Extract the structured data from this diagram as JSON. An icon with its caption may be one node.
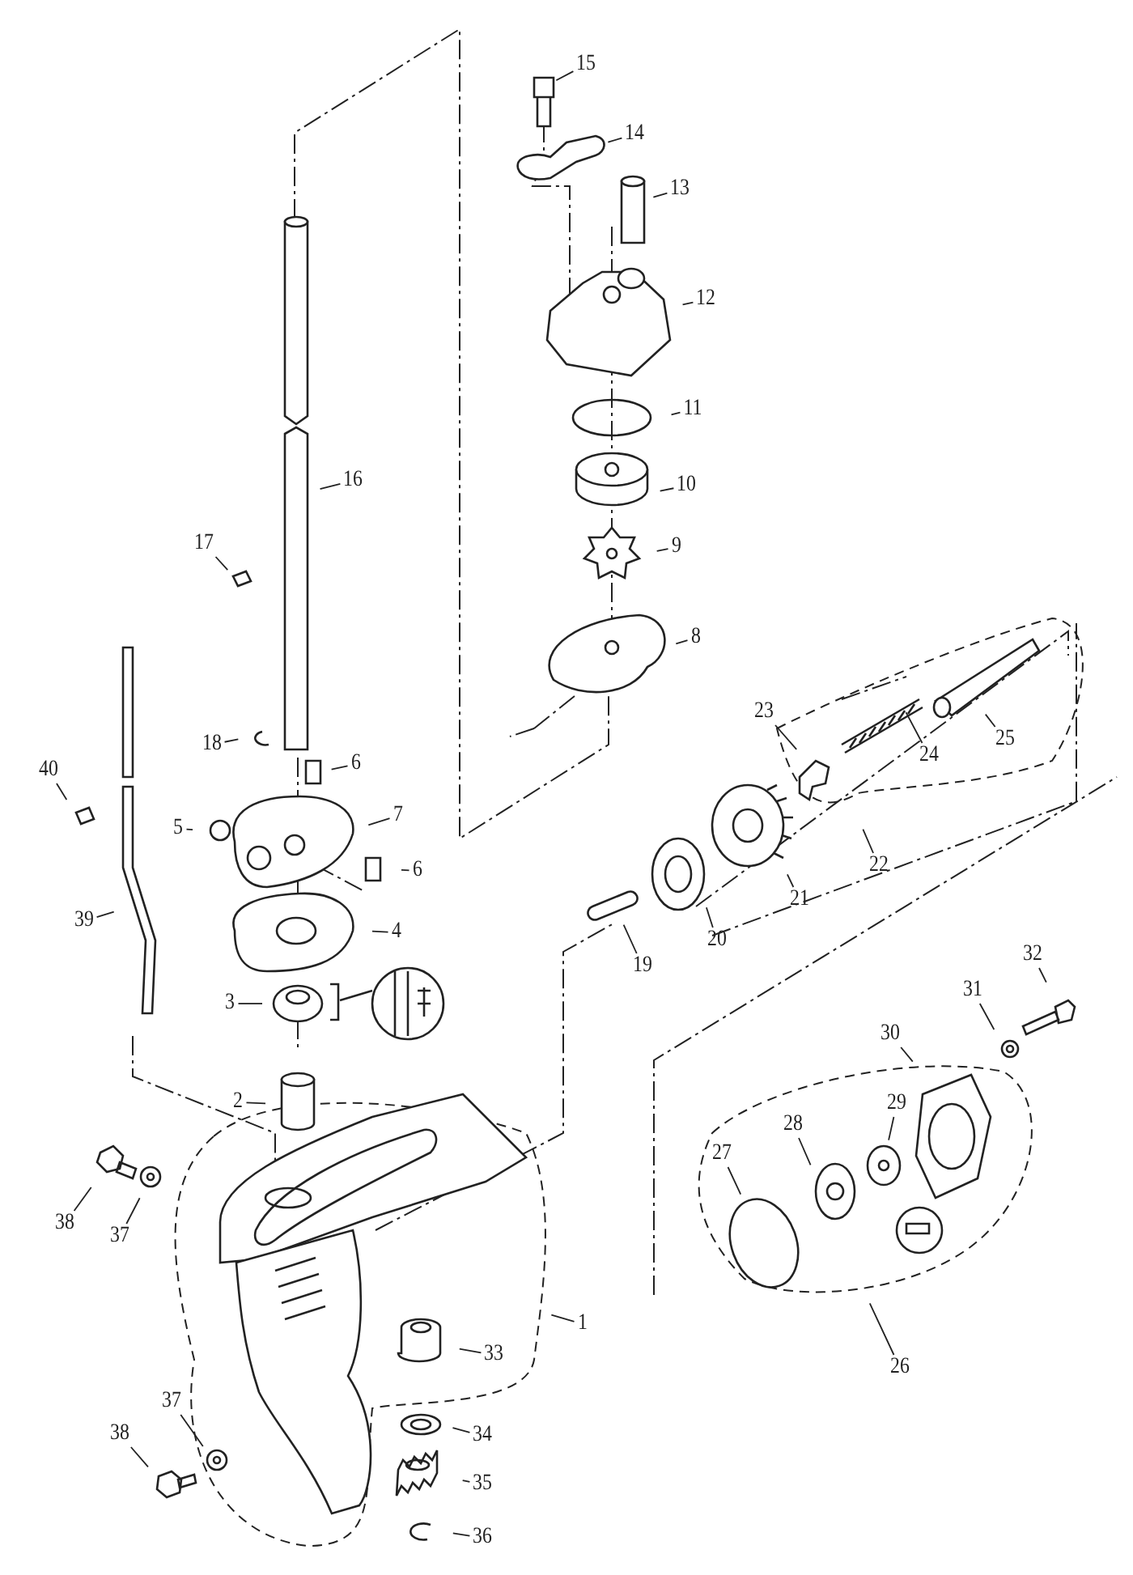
{
  "diagram": {
    "nodes": [
      {
        "text": [
          "15"
        ]
      },
      {
        "text": [
          "14"
        ]
      },
      {
        "text": [
          "13"
        ]
      },
      {
        "text": [
          "12"
        ]
      },
      {
        "text": [
          "11"
        ]
      },
      {
        "text": [
          "10"
        ]
      },
      {
        "text": [
          "16"
        ]
      },
      {
        "text": [
          "9"
        ]
      },
      {
        "text": [
          "17"
        ]
      },
      {
        "text": [
          "8"
        ]
      },
      {
        "text": [
          "18"
        ]
      },
      {
        "text": [
          "23"
        ]
      },
      {
        "text": [
          "6"
        ]
      },
      {
        "text": [
          "25"
        ]
      },
      {
        "text": [
          "24"
        ]
      },
      {
        "text": [
          "40"
        ]
      },
      {
        "text": [
          "7"
        ]
      },
      {
        "text": [
          "5"
        ]
      },
      {
        "text": [
          "22"
        ]
      },
      {
        "text": [
          "21"
        ]
      },
      {
        "text": [
          "6"
        ]
      },
      {
        "text": [
          "20"
        ]
      },
      {
        "text": [
          "4"
        ]
      },
      {
        "text": [
          "19"
        ]
      },
      {
        "text": [
          "39"
        ]
      },
      {
        "text": [
          "3"
        ]
      },
      {
        "text": [
          "32"
        ]
      },
      {
        "text": [
          "31"
        ]
      },
      {
        "text": [
          "30"
        ]
      },
      {
        "text": [
          "2"
        ]
      },
      {
        "text": [
          "29"
        ]
      },
      {
        "text": [
          "28"
        ]
      },
      {
        "text": [
          "27"
        ]
      },
      {
        "text": [
          "38"
        ]
      },
      {
        "text": [
          "37"
        ]
      },
      {
        "text": [
          "1"
        ]
      },
      {
        "text": [
          "33"
        ]
      },
      {
        "text": [
          "26"
        ]
      },
      {
        "text": [
          "37"
        ]
      },
      {
        "text": [
          "38"
        ]
      },
      {
        "text": [
          "34"
        ]
      },
      {
        "text": [
          "35"
        ]
      },
      {
        "text": [
          "36"
        ]
      }
    ],
    "edges": [
      {
        "from": 0,
        "to": null,
        "arrow": "none"
      },
      {
        "from": 1,
        "to": null,
        "arrow": "none"
      },
      {
        "from": 2,
        "to": null,
        "arrow": "none"
      },
      {
        "from": 3,
        "to": null,
        "arrow": "none"
      },
      {
        "from": 4,
        "to": null,
        "arrow": "none"
      },
      {
        "from": 5,
        "to": null,
        "arrow": "none"
      },
      {
        "from": 6,
        "to": null,
        "arrow": "none"
      },
      {
        "from": 7,
        "to": null,
        "arrow": "none"
      },
      {
        "from": 8,
        "to": null,
        "arrow": "none"
      },
      {
        "from": 9,
        "to": null,
        "arrow": "none"
      },
      {
        "from": 10,
        "to": null,
        "arrow": "none"
      },
      {
        "from": 11,
        "to": null,
        "arrow": "none"
      },
      {
        "from": 12,
        "to": null,
        "arrow": "none"
      },
      {
        "from": 13,
        "to": null,
        "arrow": "none"
      },
      {
        "from": 14,
        "to": null,
        "arrow": "none"
      },
      {
        "from": 15,
        "to": null,
        "arrow": "none"
      },
      {
        "from": 16,
        "to": null,
        "arrow": "none"
      },
      {
        "from": 17,
        "to": null,
        "arrow": "none"
      },
      {
        "from": 18,
        "to": null,
        "arrow": "none"
      },
      {
        "from": 19,
        "to": null,
        "arrow": "none"
      },
      {
        "from": 20,
        "to": null,
        "arrow": "none"
      },
      {
        "from": 21,
        "to": null,
        "arrow": "none"
      },
      {
        "from": 22,
        "to": null,
        "arrow": "none"
      },
      {
        "from": 23,
        "to": null,
        "arrow": "none"
      },
      {
        "from": 24,
        "to": null,
        "arrow": "none"
      },
      {
        "from": 25,
        "to": null,
        "arrow": "none"
      },
      {
        "from": 26,
        "to": null,
        "arrow": "none"
      },
      {
        "from": 27,
        "to": null,
        "arrow": "none"
      },
      {
        "from": 28,
        "to": null,
        "arrow": "none"
      },
      {
        "from": 29,
        "to": null,
        "arrow": "none"
      },
      {
        "from": 30,
        "to": null,
        "arrow": "none"
      },
      {
        "from": 31,
        "to": null,
        "arrow": "none"
      },
      {
        "from": 32,
        "to": null,
        "arrow": "none"
      },
      {
        "from": 33,
        "to": null,
        "arrow": "none"
      },
      {
        "from": 34,
        "to": null,
        "arrow": "none"
      },
      {
        "from": 35,
        "to": null,
        "arrow": "none"
      },
      {
        "from": 36,
        "to": null,
        "arrow": "none"
      },
      {
        "from": 37,
        "to": null,
        "arrow": "none"
      },
      {
        "from": 38,
        "to": null,
        "arrow": "none"
      },
      {
        "from": 39,
        "to": null,
        "arrow": "none"
      },
      {
        "from": 40,
        "to": null,
        "arrow": "none"
      },
      {
        "from": 41,
        "to": null,
        "arrow": "none"
      },
      {
        "from": 42,
        "to": null,
        "arrow": "none"
      }
    ]
  }
}
